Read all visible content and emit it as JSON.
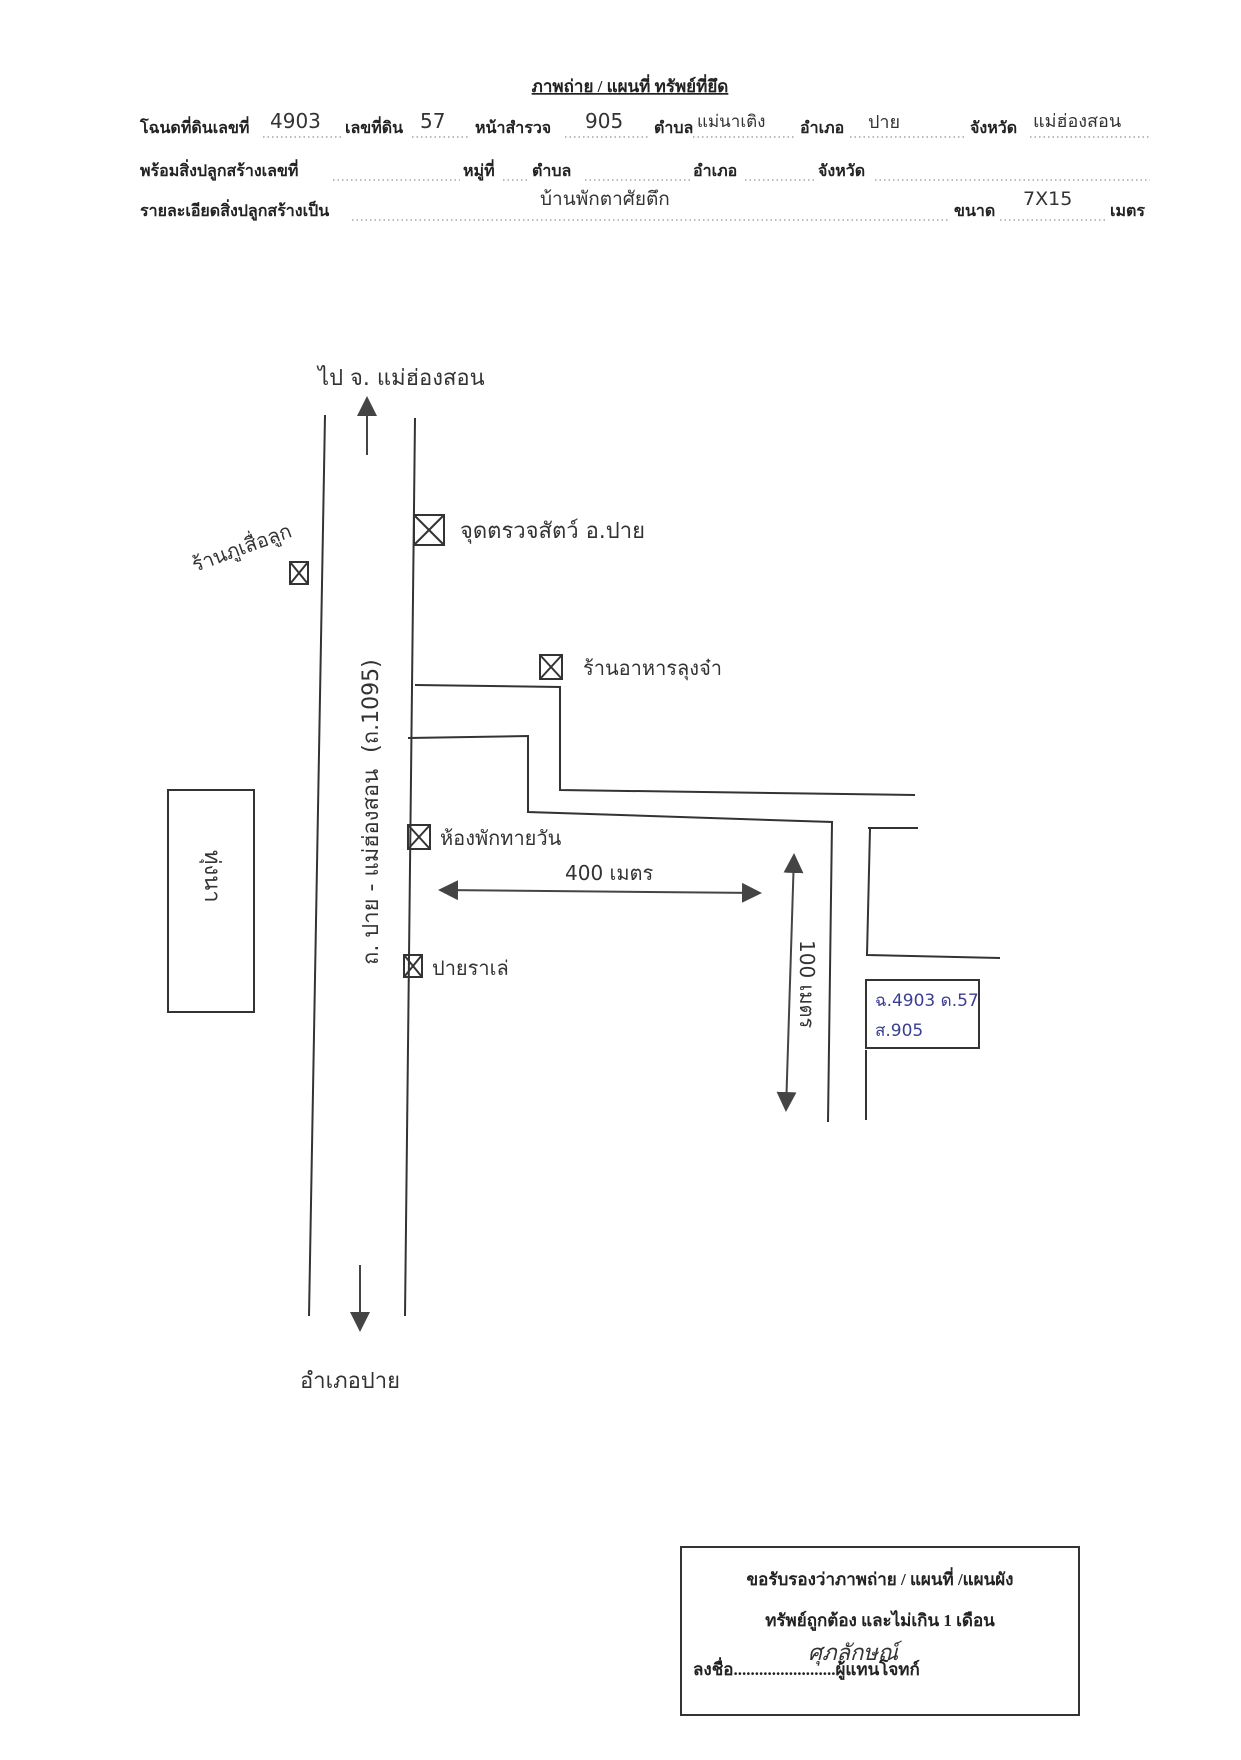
{
  "header": {
    "title": "ภาพถ่าย / แผนที่ ทรัพย์ที่ยึด",
    "row1": {
      "deed_label": "โฉนดที่ดินเลขที่",
      "deed_value": "4903",
      "land_no_label": "เลขที่ดิน",
      "land_no_value": "57",
      "survey_label": "หน้าสำรวจ",
      "survey_value": "905",
      "subdistrict_label": "ตำบล",
      "subdistrict_value": "แม่นาเติง",
      "district_label": "อำเภอ",
      "district_value": "ปาย",
      "province_label": "จังหวัด",
      "province_value": "แม่ฮ่องสอน"
    },
    "row2": {
      "building_no_label": "พร้อมสิ่งปลูกสร้างเลขที่",
      "moo_label": "หมู่ที่",
      "subdistrict_label": "ตำบล",
      "district_label": "อำเภอ",
      "province_label": "จังหวัด"
    },
    "row3": {
      "detail_label": "รายละเอียดสิ่งปลูกสร้างเป็น",
      "detail_value": "บ้านพักตาศัยตึก",
      "size_label": "ขนาด",
      "size_value": "7X15",
      "unit_label": "เมตร"
    }
  },
  "map": {
    "north_label": "ไป จ. แม่ฮ่องสอน",
    "south_label": "อำเภอปาย",
    "road_label": "ถ. ปาย - แม่ฮ่องสอน",
    "road_number": "(ถ.1095)",
    "landmarks": {
      "checkpoint": "จุดตรวจสัตว์ อ.ปาย",
      "left_shop": "ร้านภูเสื่อลูก",
      "restaurant": "ร้านอาหารลุงจ๋า",
      "hotel": "ห้องพักทายวัน",
      "paiyarale": "ปายราเล่",
      "left_block": "ทุ่งนา"
    },
    "distance_horizontal": "400 เมตร",
    "distance_vertical": "100 เมตร",
    "parcel_line1": "ฉ.4903 ด.57",
    "parcel_line2": "ส.905"
  },
  "certify": {
    "line1": "ขอรับรองว่าภาพถ่าย / แผนที่ /แผนผัง",
    "line2": "ทรัพย์ถูกต้อง และไม่เกิน 1 เดือน",
    "sign_label": "ลงชื่อ",
    "sign_dots_left": "..............",
    "signature": "ศุภลักษณ์",
    "sign_dots_right": "..........",
    "role": "ผู้แทนโจทก์"
  }
}
